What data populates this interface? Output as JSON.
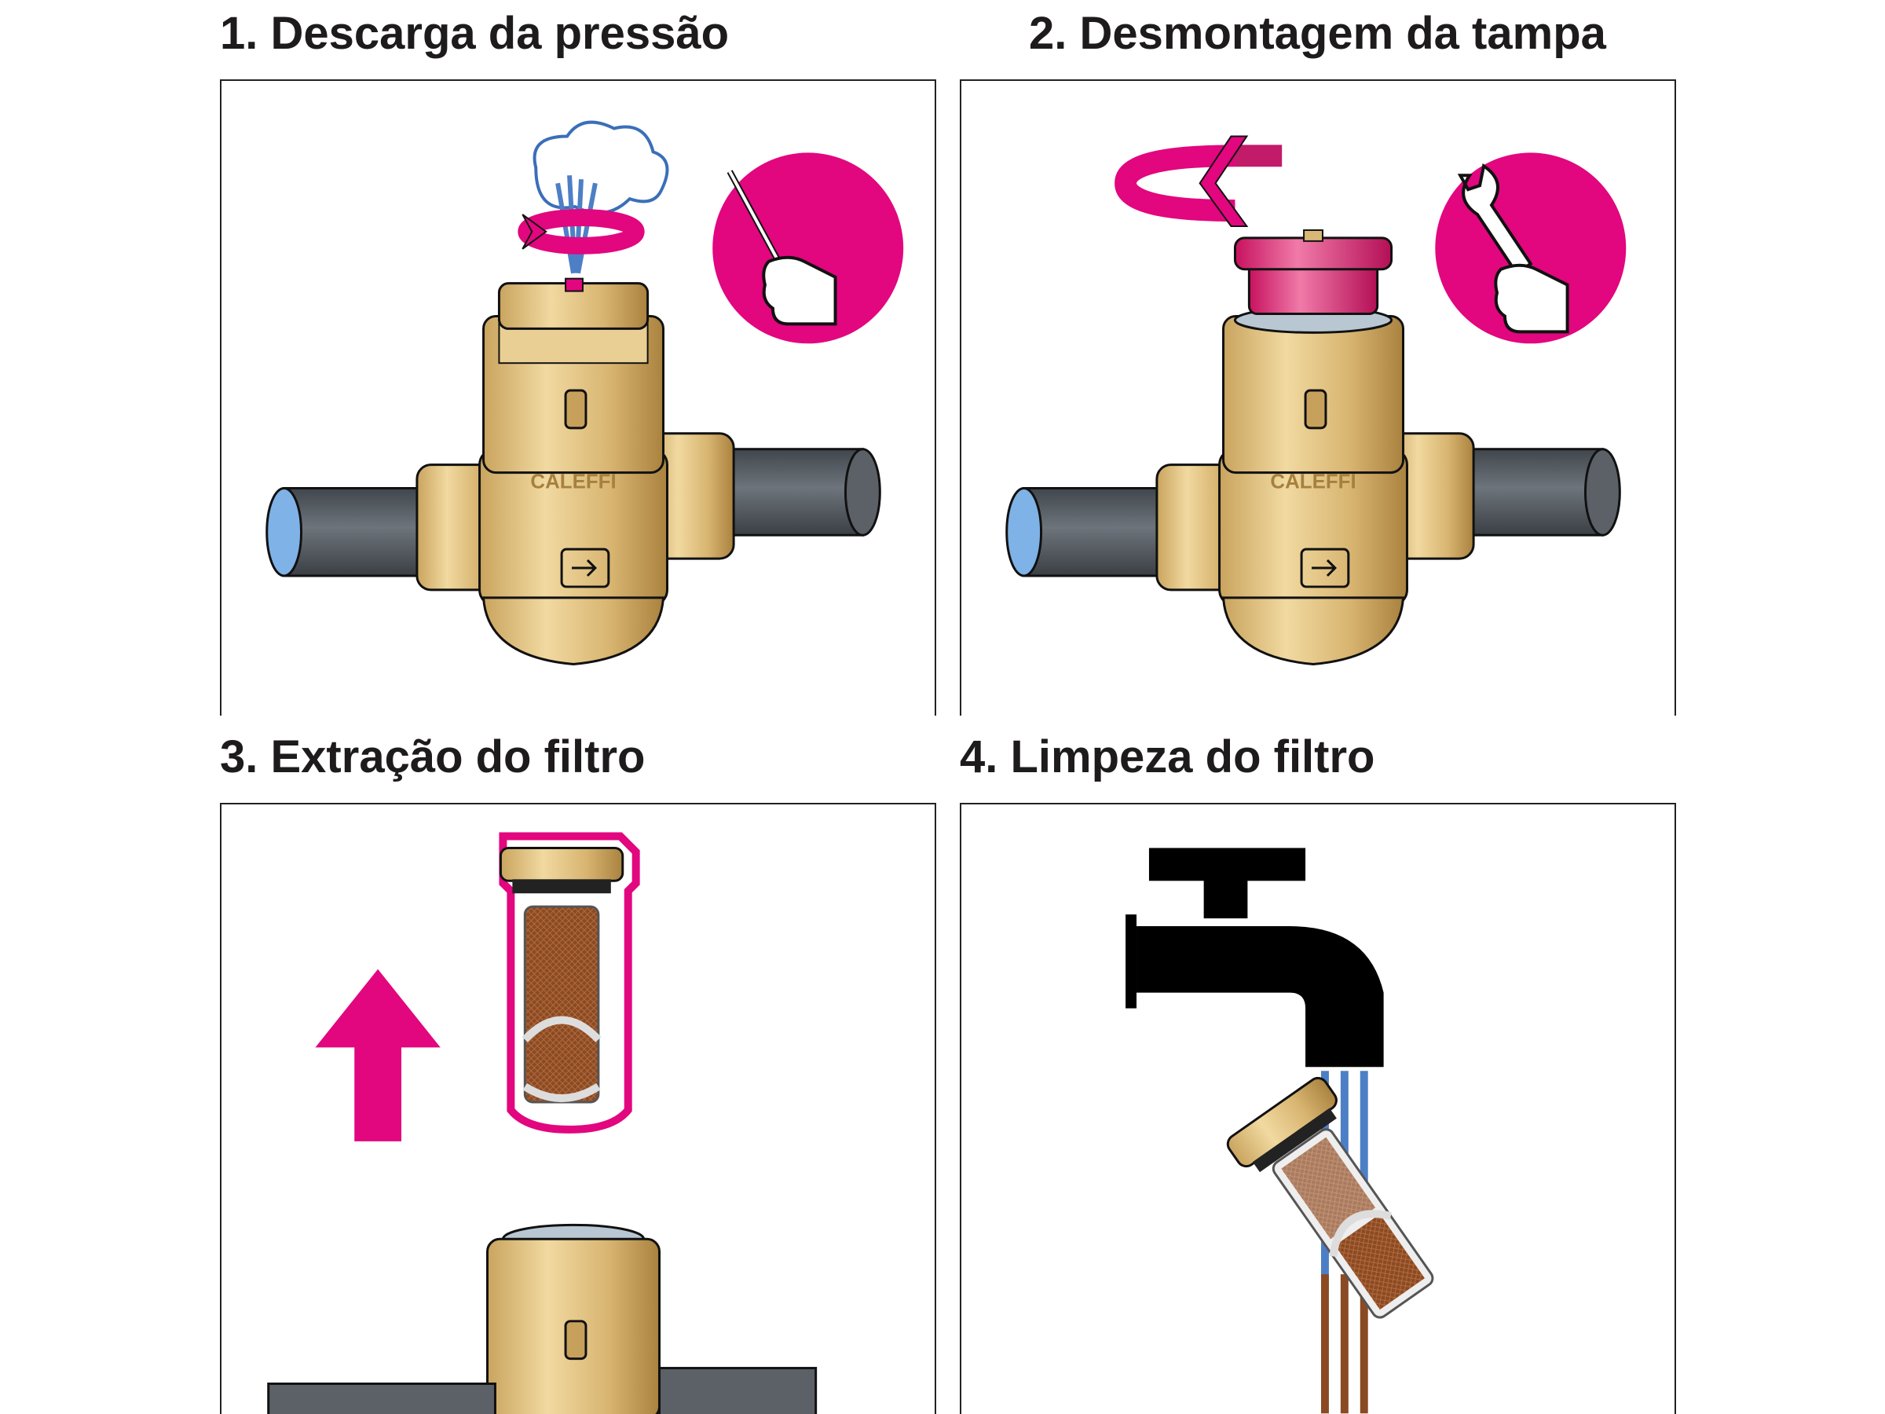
{
  "steps": [
    {
      "title": "1. Descarga da pressão",
      "tool_icon": "screwdriver-hand-icon"
    },
    {
      "title": "2. Desmontagem da tampa",
      "tool_icon": "wrench-hand-icon"
    },
    {
      "title": "3. Extração do filtro"
    },
    {
      "title": "4. Limpeza do filtro"
    }
  ],
  "valve_brand": "CALEFFI",
  "colors": {
    "accent_magenta": "#e2067f",
    "brass": "#d9b877",
    "brass_dark": "#b88d43",
    "pipe_grey": "#5b6167",
    "water_blue": "#4d7fc6",
    "mesh_brown": "#8a4a24",
    "tap_black": "#000000"
  }
}
